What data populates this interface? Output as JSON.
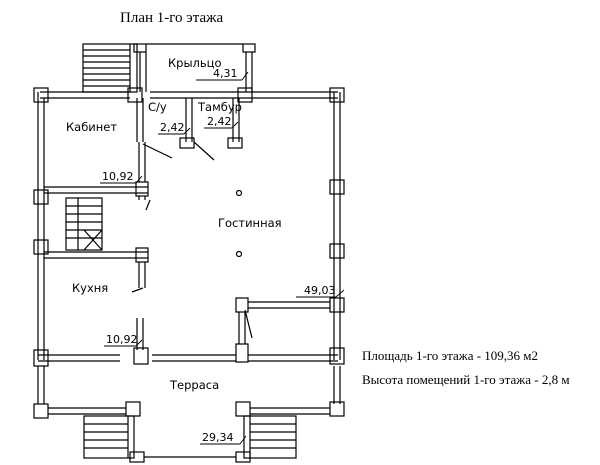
{
  "title": "План 1-го этажа",
  "rooms": {
    "porch": "Крыльцо",
    "study": "Кабинет",
    "bathroom": "С/у",
    "vestibule": "Тамбур",
    "living": "Гостинная",
    "kitchen": "Кухня",
    "terrace": "Терраса"
  },
  "areas": {
    "porch": "4,31",
    "bathroom": "2,42",
    "vestibule": "2,42",
    "study": "10,92",
    "kitchen": "10,92",
    "living": "49,03",
    "terrace": "29,34"
  },
  "info": {
    "floor_area": "Площадь 1-го этажа - 109,36 м2",
    "room_height": "Высота помещений 1-го этажа - 2,8 м"
  }
}
